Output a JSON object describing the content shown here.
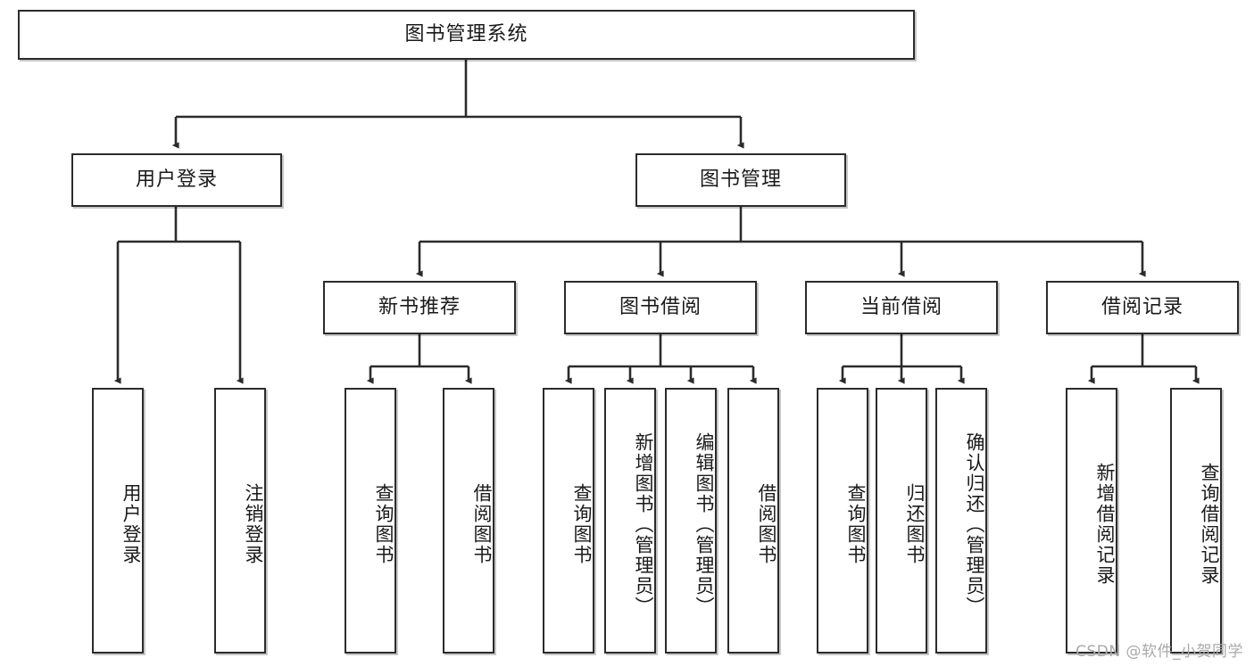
{
  "diagram": {
    "type": "tree-hierarchy-chart",
    "title": "图书管理系统",
    "watermark": "CSDN @软件_小贺同学",
    "colors": {
      "box_stroke": "#2b2b2b",
      "box_fill": "#ffffff",
      "edge": "#2b2b2b",
      "text": "#1a1a1a",
      "watermark": "#a9a9a9"
    },
    "nodes": {
      "root": {
        "label": "图书管理系统"
      },
      "level2": [
        {
          "id": "user-login",
          "label": "用户登录"
        },
        {
          "id": "book-manage",
          "label": "图书管理"
        }
      ],
      "level3": [
        {
          "id": "new-book-recommend",
          "label": "新书推荐"
        },
        {
          "id": "book-borrow",
          "label": "图书借阅"
        },
        {
          "id": "current-borrow",
          "label": "当前借阅"
        },
        {
          "id": "borrow-record",
          "label": "借阅记录"
        }
      ],
      "leaves": {
        "user_login": [
          {
            "id": "leaf-user-login",
            "label": "用户登录"
          },
          {
            "id": "leaf-logout-login",
            "label": "注销登录"
          }
        ],
        "new_book_recommend": [
          {
            "id": "leaf-query-book-1",
            "label": "查询图书"
          },
          {
            "id": "leaf-borrow-book-1",
            "label": "借阅图书"
          }
        ],
        "book_borrow": [
          {
            "id": "leaf-query-book-2",
            "label": "查询图书"
          },
          {
            "id": "leaf-add-book",
            "label": "新增图书（管理员）"
          },
          {
            "id": "leaf-edit-book",
            "label": "编辑图书（管理员）"
          },
          {
            "id": "leaf-borrow-book-2",
            "label": "借阅图书"
          }
        ],
        "current_borrow": [
          {
            "id": "leaf-query-book-3",
            "label": "查询图书"
          },
          {
            "id": "leaf-return-book",
            "label": "归还图书"
          },
          {
            "id": "leaf-confirm-return",
            "label": "确认归还（管理员）"
          }
        ],
        "borrow_record": [
          {
            "id": "leaf-add-borrow-record",
            "label": "新增借阅记录"
          },
          {
            "id": "leaf-query-borrow-record",
            "label": "查询借阅记录"
          }
        ]
      }
    }
  }
}
